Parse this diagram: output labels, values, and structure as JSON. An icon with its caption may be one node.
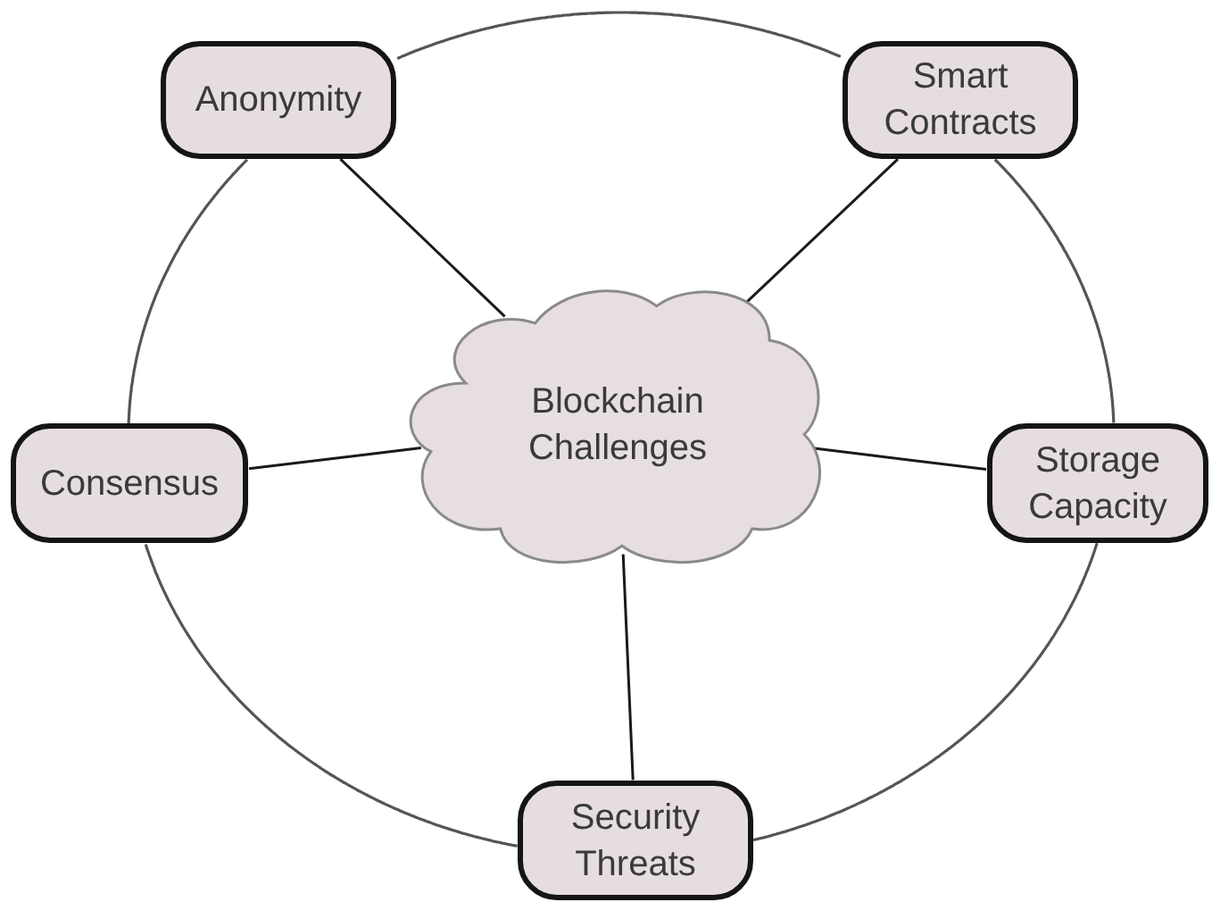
{
  "diagram": {
    "nodes": [
      {
        "text": [
          "Anonymity"
        ]
      },
      {
        "text": [
          "Smart Contracts"
        ]
      },
      {
        "text": [
          "Blockchain Challenges"
        ]
      },
      {
        "text": [
          "Consensus"
        ]
      },
      {
        "text": [
          "Storage Capacity"
        ]
      },
      {
        "text": [
          "Security Threats"
        ]
      }
    ],
    "edges": [
      {
        "from": 2,
        "to": 0,
        "arrow": "none"
      },
      {
        "from": 2,
        "to": 1,
        "arrow": "none"
      },
      {
        "from": 2,
        "to": 3,
        "arrow": "none"
      },
      {
        "from": 2,
        "to": 4,
        "arrow": "none"
      },
      {
        "from": 2,
        "to": 5,
        "arrow": "none"
      },
      {
        "from": 0,
        "to": 1,
        "arrow": "none"
      },
      {
        "from": 1,
        "to": 4,
        "arrow": "none"
      },
      {
        "from": 4,
        "to": 5,
        "arrow": "none"
      },
      {
        "from": 5,
        "to": 3,
        "arrow": "none"
      },
      {
        "from": 3,
        "to": 0,
        "arrow": "none"
      }
    ]
  }
}
